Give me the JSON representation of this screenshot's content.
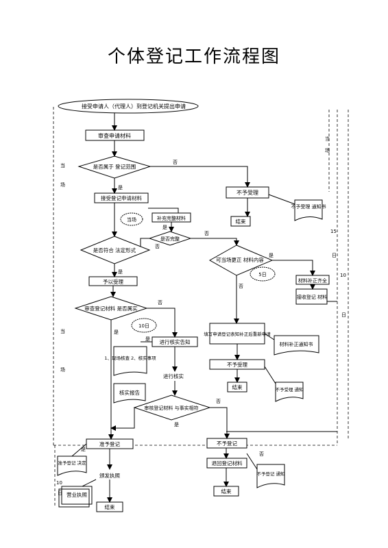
{
  "title": "个体登记工作流程图",
  "nodes": {
    "start": "接受申请人（代理人）到登记机关提出申请",
    "review_docs": "审查申请材料",
    "branch_q": "是否属于 登记范围",
    "register_materials": "接受登记申请材料",
    "reject_1": "不予受理",
    "reject_notice_1": "不予受理 通知书",
    "end_1": "结束",
    "supplement_doc": "补充完整材料",
    "complete_q": "是否完整",
    "meets_form_q": "是否符合 法定形式",
    "accept": "予以受理",
    "correctable_q": "可当场更正 材料内容",
    "five_days": "5日",
    "docs_complete": "材料补正齐全",
    "verify_q": "审查登记材料 是否属实",
    "submit_docs": "接收登记 材料",
    "ten_days": "10日",
    "verify_notice": "进行核实告知",
    "verify_items": "1、现场核查 2、核实事项",
    "fill_in": "填写申请登记表知补正后重新申请",
    "supplement_notice": "材料补正通知书",
    "implement": "进行核实",
    "check_report": "核实报告",
    "reject_2": "不予受理",
    "end_2": "结束",
    "reject_notice_2": "不予受理 通知",
    "match_q": "审核登记材料 与事实相符",
    "grant": "准予登记",
    "deny": "不予登记",
    "issue_license_q": "准予登记 决定",
    "issue_license": "颁发执照",
    "license": "营业执照",
    "end_3": "结束",
    "return_docs": "退回登记材料",
    "end_4": "结束",
    "reject_notice_3": "不予登记 通知"
  },
  "labels": {
    "yes": "是",
    "no": "否",
    "same_day": "当场",
    "day_char": "日"
  },
  "side_labels": {
    "left_top_1": "当",
    "left_top_2": "场",
    "left_mid_1": "当",
    "left_mid_2": "场",
    "right_top_1": "当",
    "right_top_2": "场",
    "right_15": "15",
    "right_mid_1": "日",
    "right_10": "10",
    "right_mid_2": "日",
    "left_bottom": "10",
    "left_bottom_2": "日"
  }
}
